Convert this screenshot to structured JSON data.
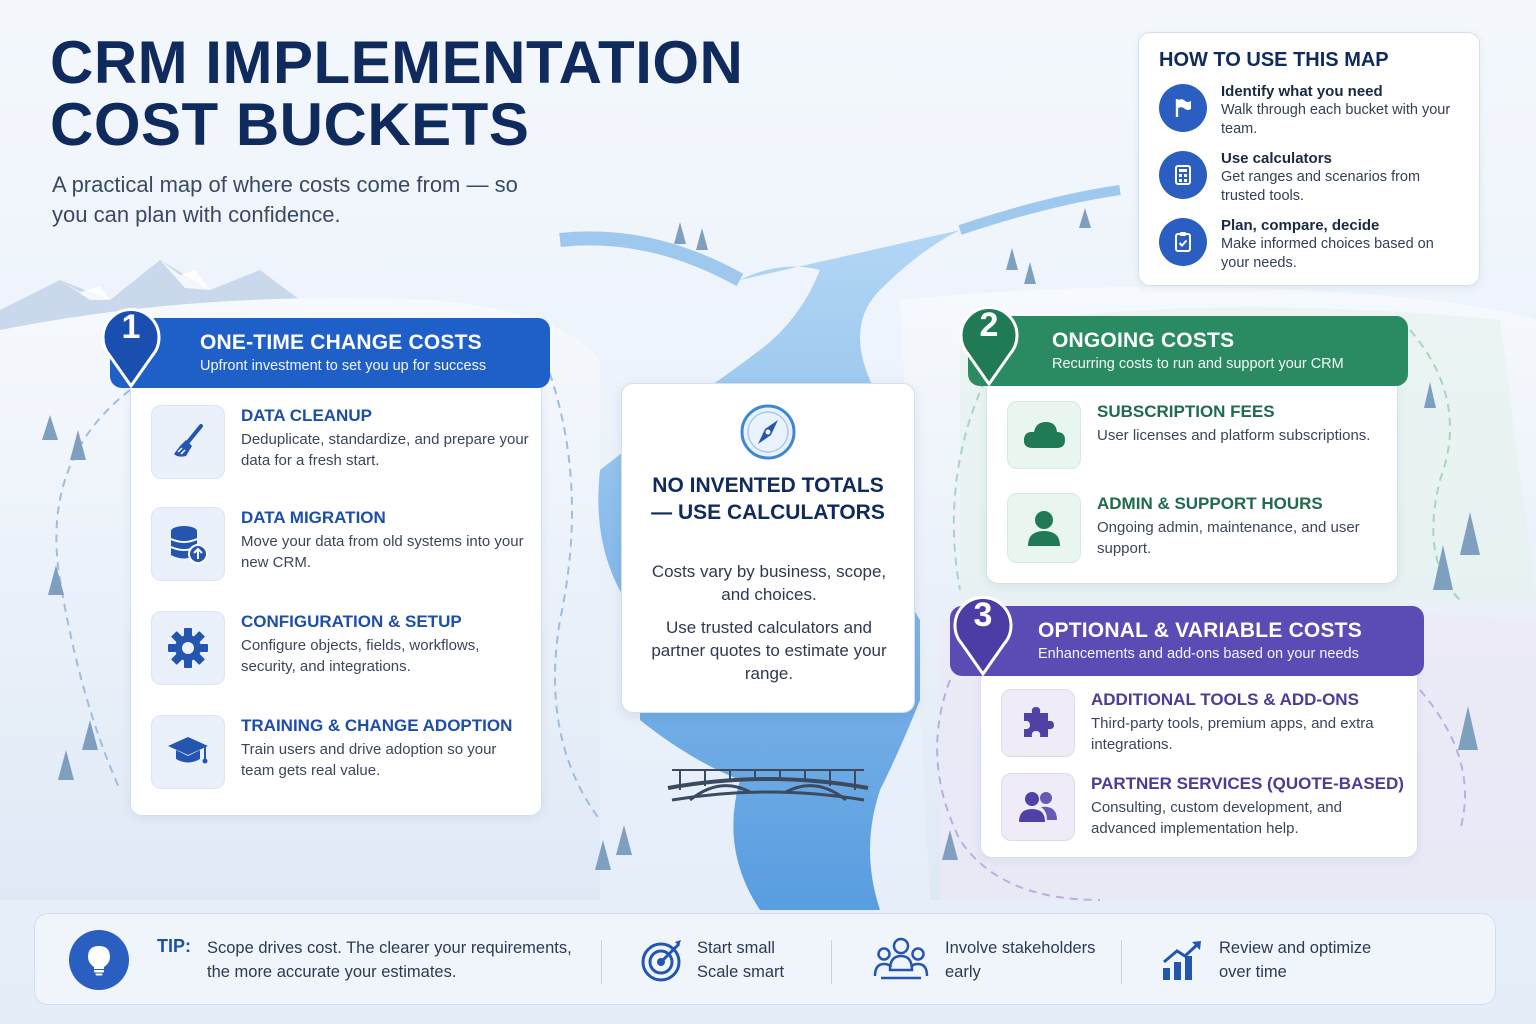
{
  "title_line1": "CRM IMPLEMENTATION",
  "title_line2": "COST BUCKETS",
  "subtitle": "A practical map of where costs come from — so you can plan with confidence.",
  "howto": {
    "title": "HOW TO USE THIS MAP",
    "items": [
      {
        "icon": "flag-icon",
        "title": "Identify what you need",
        "text": "Walk through each bucket with your team."
      },
      {
        "icon": "calculator-icon",
        "title": "Use calculators",
        "text": "Get ranges and scenarios from trusted tools."
      },
      {
        "icon": "clipboard-check-icon",
        "title": "Plan, compare, decide",
        "text": "Make informed choices based on your needs."
      }
    ]
  },
  "sections": [
    {
      "number": "1",
      "color": "#1f5fc8",
      "title": "ONE-TIME CHANGE COSTS",
      "subtitle": "Upfront investment to set you up for success",
      "items": [
        {
          "icon": "broom-icon",
          "title": "DATA CLEANUP",
          "text": "Deduplicate, standardize, and prepare your data for a fresh start."
        },
        {
          "icon": "database-upload-icon",
          "title": "DATA MIGRATION",
          "text": "Move your data from old systems into your new CRM."
        },
        {
          "icon": "gear-icon",
          "title": "CONFIGURATION & SETUP",
          "text": "Configure objects, fields, workflows, security, and integrations."
        },
        {
          "icon": "graduation-cap-icon",
          "title": "TRAINING & CHANGE ADOPTION",
          "text": "Train users and drive adoption so your team gets real value."
        }
      ]
    },
    {
      "number": "2",
      "color": "#2a8a62",
      "title": "ONGOING COSTS",
      "subtitle": "Recurring costs to run and support your CRM",
      "items": [
        {
          "icon": "cloud-icon",
          "title": "SUBSCRIPTION FEES",
          "text": "User licenses and platform subscriptions."
        },
        {
          "icon": "user-icon",
          "title": "ADMIN & SUPPORT HOURS",
          "text": "Ongoing admin, maintenance, and user support."
        }
      ]
    },
    {
      "number": "3",
      "color": "#5b4bb5",
      "title": "OPTIONAL & VARIABLE COSTS",
      "subtitle": "Enhancements and add-ons based on your needs",
      "items": [
        {
          "icon": "puzzle-icon",
          "title": "ADDITIONAL TOOLS & ADD-ONS",
          "text": "Third-party tools, premium apps, and extra integrations."
        },
        {
          "icon": "people-icon",
          "title": "PARTNER SERVICES (QUOTE-BASED)",
          "text": "Consulting, custom development, and advanced implementation help."
        }
      ]
    }
  ],
  "center": {
    "icon": "compass-icon",
    "title_line1": "NO INVENTED TOTALS",
    "title_line2": "— USE CALCULATORS",
    "text1": "Costs vary by business, scope, and choices.",
    "text2": "Use trusted calculators and partner quotes to estimate your range."
  },
  "tips": {
    "label": "TIP:",
    "main": "Scope drives cost. The clearer your requirements, the more accurate your estimates.",
    "items": [
      {
        "icon": "target-icon",
        "text": "Start small Scale smart"
      },
      {
        "icon": "stakeholders-icon",
        "text": "Involve stakeholders early"
      },
      {
        "icon": "growth-chart-icon",
        "text": "Review and optimize over time"
      }
    ]
  },
  "colors": {
    "navy": "#0f2a5c",
    "blue": "#1f5fc8",
    "green": "#2a8a62",
    "purple": "#5b4bb5",
    "river": "#5aa3e6"
  }
}
